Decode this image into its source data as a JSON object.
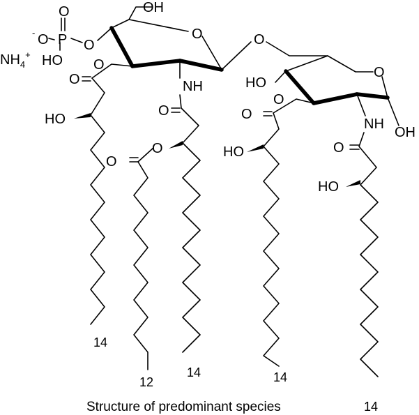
{
  "atoms": {
    "oh_top": "OH",
    "o_ring1": "O",
    "o_link": "O",
    "o_ring2": "O",
    "p": "P",
    "o_p_top": "O",
    "o_minus": "O",
    "minus": "-",
    "o_p_ester": "O",
    "ho_p": "HO",
    "nh4": "NH",
    "nh4_sub": "4",
    "nh4_sup": "+",
    "o_ester_c3": "O",
    "o_carbonyl1": "O",
    "ho_chain1": "HO",
    "nh_1": "NH",
    "o_amide1": "O",
    "o_acyloxy": "O",
    "o_carbonyl_acyloxy": "O",
    "ho_ring2": "HO",
    "o_ester_c3b": "O",
    "o_carbonyl3": "O",
    "ho_chain3": "HO",
    "nh_2": "NH",
    "oh_anomeric": "OH",
    "o_amide2": "O",
    "ho_chain4": "HO"
  },
  "chain_labels": {
    "c1": "14",
    "c2": "12",
    "c3": "14",
    "c4": "14",
    "c5": "14"
  },
  "caption": "Structure of predominant species"
}
